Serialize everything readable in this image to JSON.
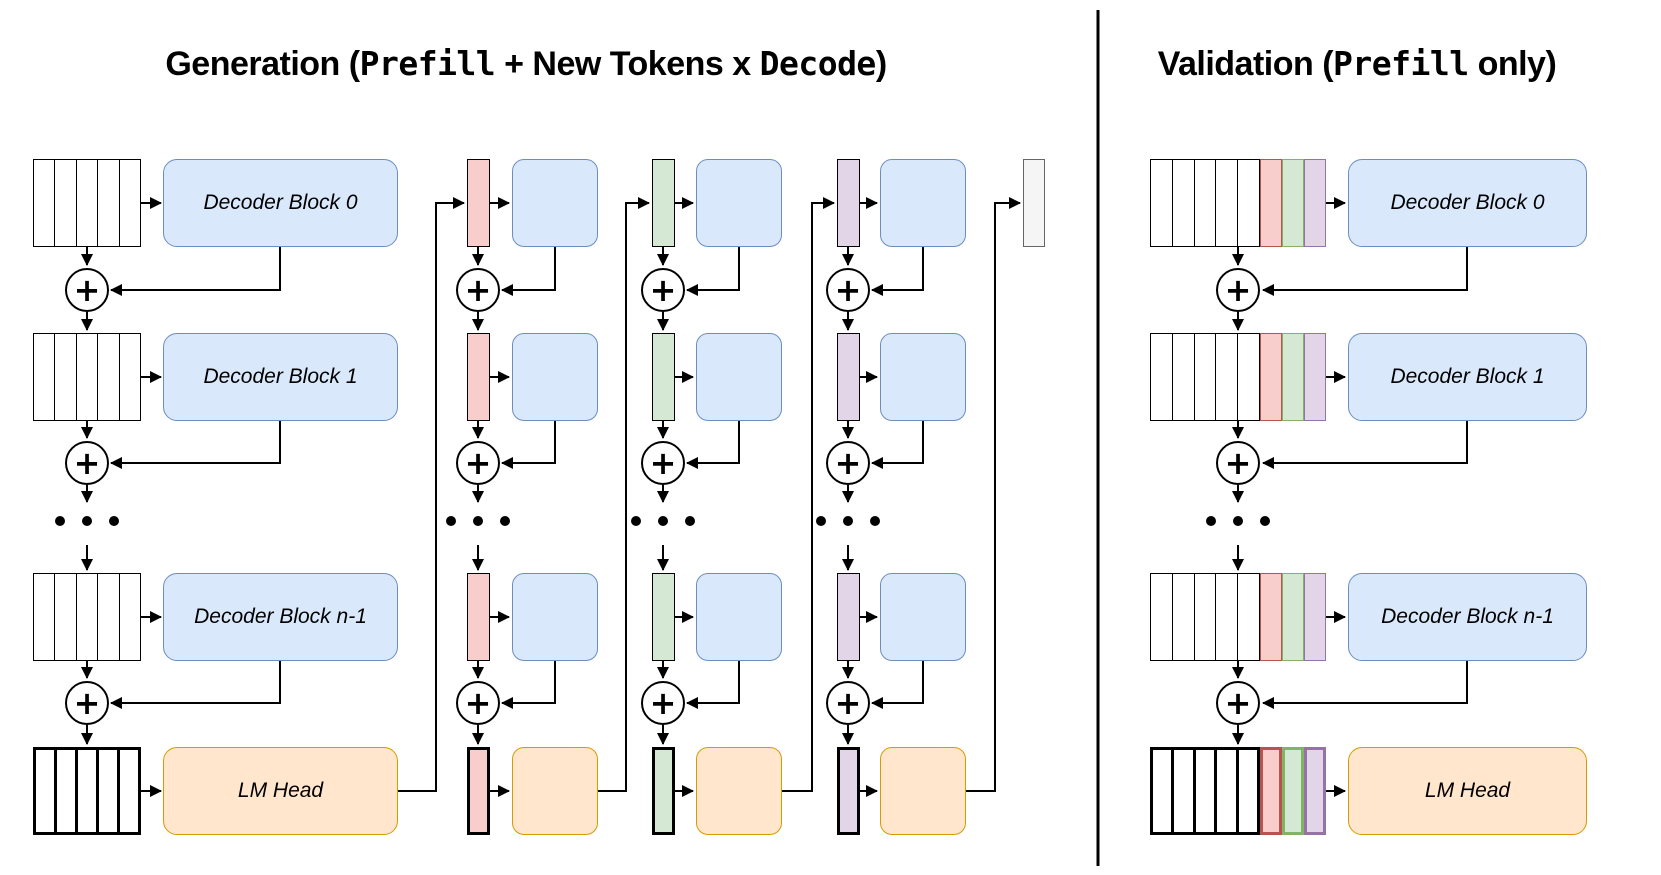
{
  "titles": {
    "generation": {
      "prefix": "Generation (",
      "code1": "Prefill",
      "middle": " + New Tokens x ",
      "code2": "Decode",
      "suffix": ")"
    },
    "validation": {
      "prefix": "Validation (",
      "code1": "Prefill",
      "suffix": " only)"
    }
  },
  "blocks": {
    "decoder0": "Decoder Block 0",
    "decoder1": "Decoder Block 1",
    "decoderN": "Decoder Block n-1",
    "lmHead": "LM Head"
  },
  "symbols": {
    "plus": "+"
  },
  "colors": {
    "blueFill": "#dae8fc",
    "blueStroke": "#6c8ebf",
    "orangeFill": "#ffe6cc",
    "orangeStroke": "#d79b00",
    "redFill": "#f8cecc",
    "redStroke": "#b85450",
    "greenFill": "#d5e8d4",
    "greenStroke": "#82b366",
    "purpleFill": "#e1d5e7",
    "purpleStroke": "#9673a6",
    "grayFill": "#f5f5f5",
    "grayStroke": "#666666",
    "line": "#000000"
  }
}
